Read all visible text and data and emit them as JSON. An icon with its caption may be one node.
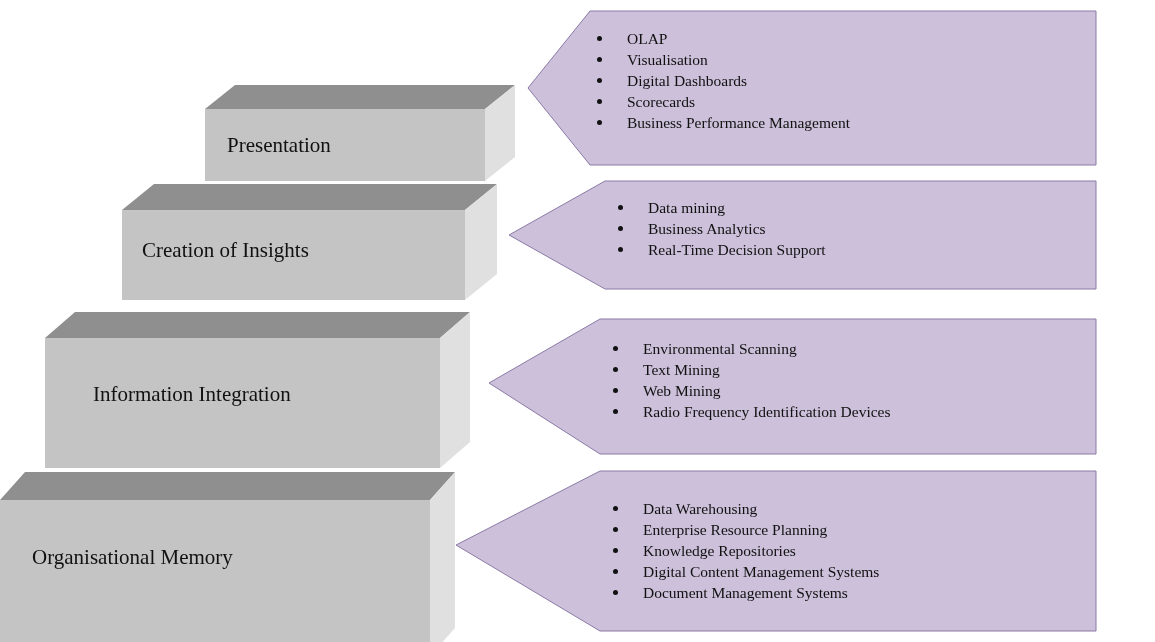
{
  "diagram": {
    "nodes": [
      {
        "text": [
          "Presentation"
        ]
      },
      {
        "text": [
          "OLAP",
          "Visualisation",
          "Digital Dashboards",
          "Scorecards",
          "Business Performance Management"
        ]
      },
      {
        "text": [
          "Creation of Insights"
        ]
      },
      {
        "text": [
          "Data mining",
          "Business Analytics",
          "Real-Time Decision Support"
        ]
      },
      {
        "text": [
          "Information Integration"
        ]
      },
      {
        "text": [
          "Environmental Scanning",
          "Text Mining",
          "Web Mining",
          "Radio Frequency Identification Devices"
        ]
      },
      {
        "text": [
          "Organisational Memory"
        ]
      },
      {
        "text": [
          "Data Warehousing",
          "Enterprise Resource Planning",
          "Knowledge Repositories",
          "Digital Content Management Systems",
          "Document Management Systems"
        ]
      }
    ]
  }
}
